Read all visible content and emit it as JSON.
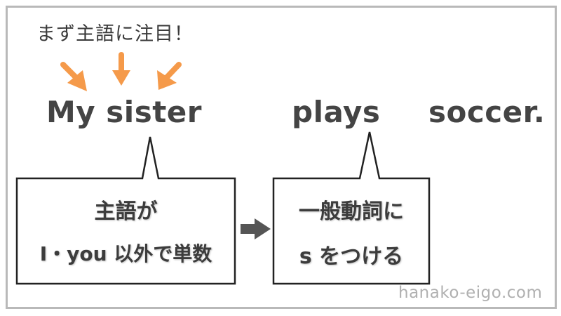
{
  "note": {
    "text": "まず主語に注目！"
  },
  "sentence": {
    "subject": "My sister",
    "verb": "plays",
    "object": "soccer."
  },
  "left_box": {
    "line1": "主語が",
    "line2": "I・you 以外で単数"
  },
  "right_box": {
    "line1": "一般動詞に",
    "line2": "s をつける"
  },
  "footer": {
    "credit": "hanako-eigo.com"
  },
  "colors": {
    "accent_arrow": "#f59a4a",
    "connector_arrow": "#555555",
    "text": "#444444",
    "frame": "#b9b9b9"
  }
}
